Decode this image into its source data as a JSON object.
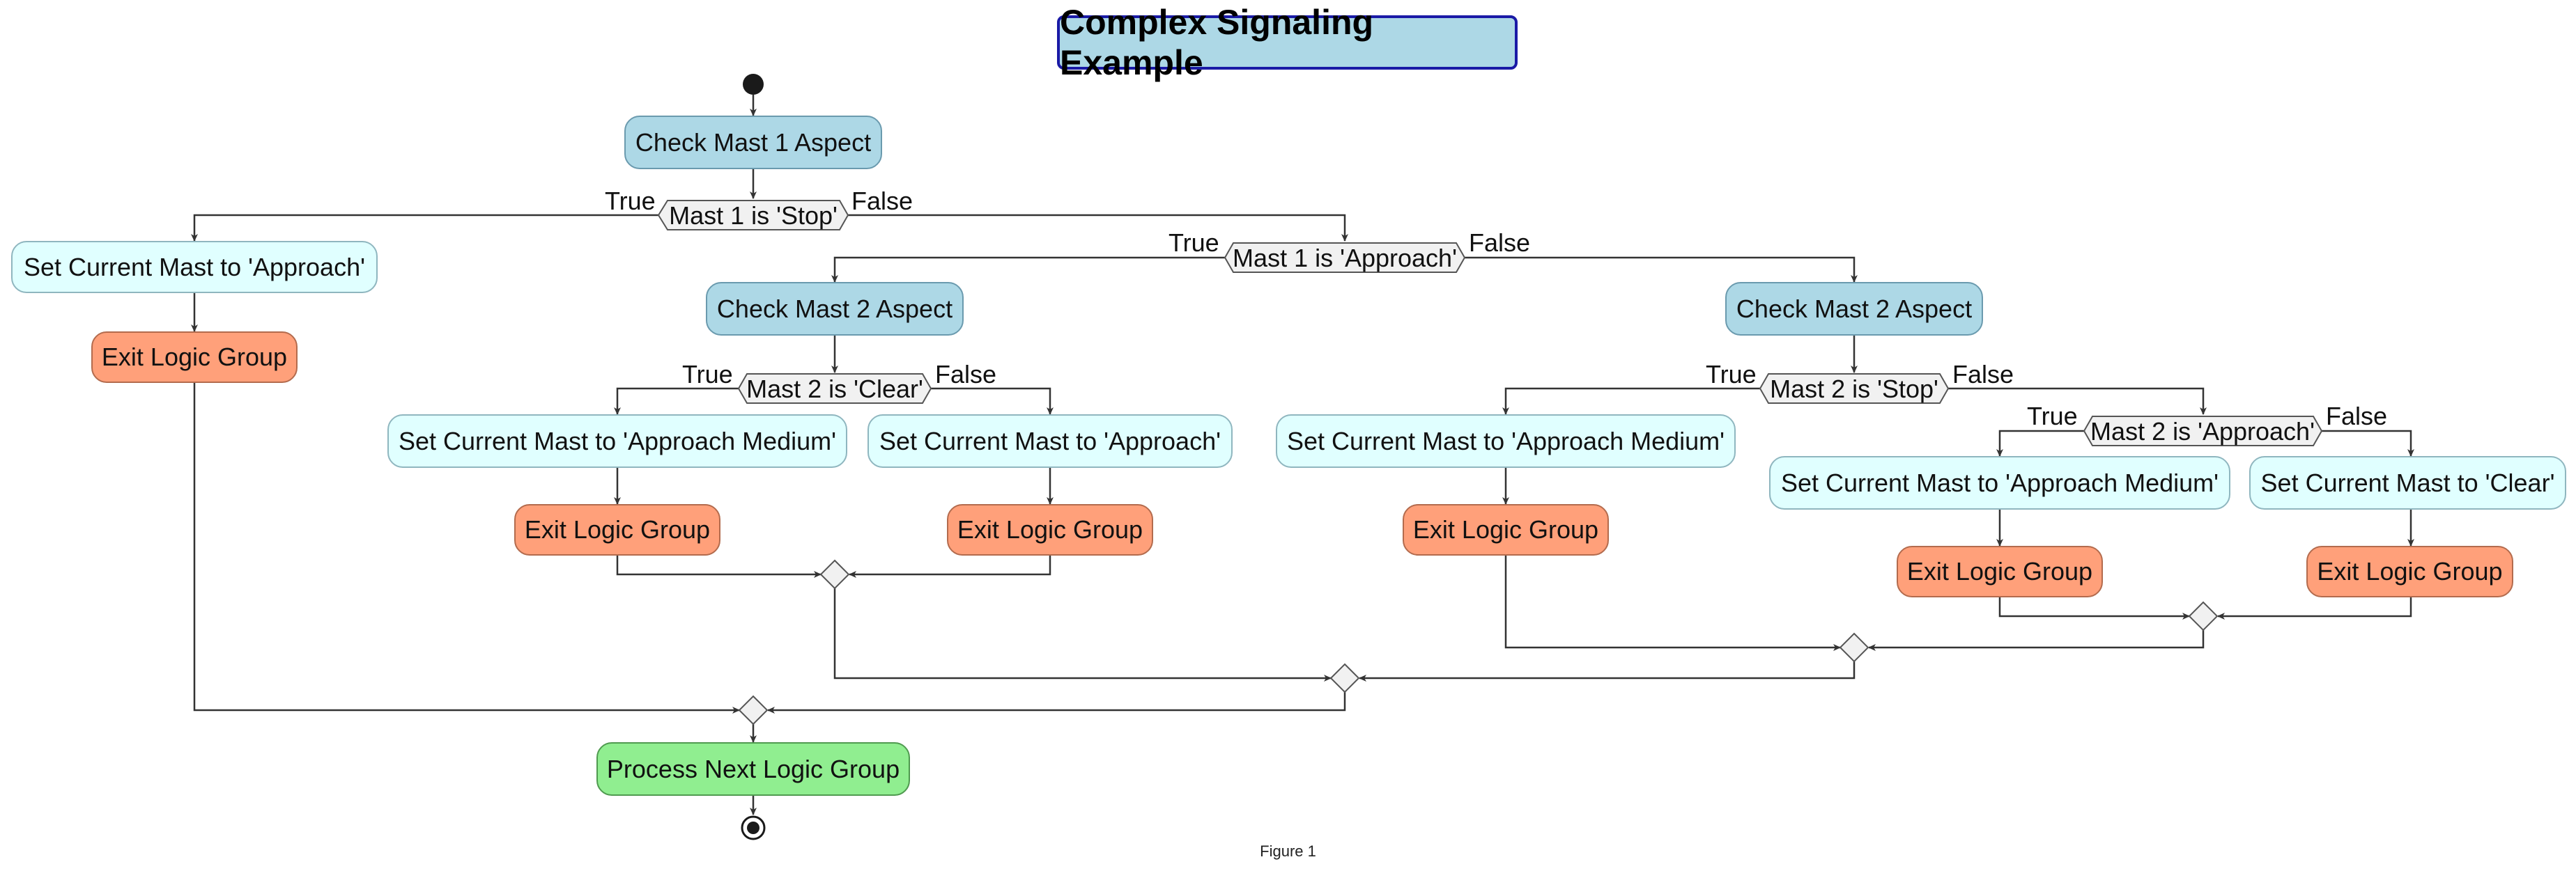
{
  "title": "Complex Signaling Example",
  "caption": "Figure 1",
  "colors": {
    "check": "#add8e6",
    "set": "#e0ffff",
    "exit": "#ffa07a",
    "process": "#90ee90",
    "decision": "#f1f1f1",
    "line": "#333333"
  },
  "nodes": {
    "check_mast1": "Check Mast 1 Aspect",
    "set_approach_a": "Set Current Mast to 'Approach'",
    "exit_a": "Exit Logic Group",
    "check_mast2_left": "Check Mast 2 Aspect",
    "set_approach_medium_b": "Set Current Mast to 'Approach Medium'",
    "set_approach_c": "Set Current Mast to 'Approach'",
    "exit_b": "Exit Logic Group",
    "exit_c": "Exit Logic Group",
    "check_mast2_right": "Check Mast 2 Aspect",
    "set_approach_medium_d": "Set Current Mast to 'Approach Medium'",
    "exit_d": "Exit Logic Group",
    "set_approach_medium_e": "Set Current Mast to 'Approach Medium'",
    "set_clear_f": "Set Current Mast to 'Clear'",
    "exit_e": "Exit Logic Group",
    "exit_f": "Exit Logic Group",
    "process_next": "Process Next Logic Group"
  },
  "decisions": {
    "d1": "Mast 1 is 'Stop'",
    "d2": "Mast 1 is 'Approach'",
    "d3": "Mast 2 is 'Clear'",
    "d4": "Mast 2 is 'Stop'",
    "d5": "Mast 2 is 'Approach'"
  },
  "branch_labels": {
    "true": "True",
    "false": "False"
  }
}
